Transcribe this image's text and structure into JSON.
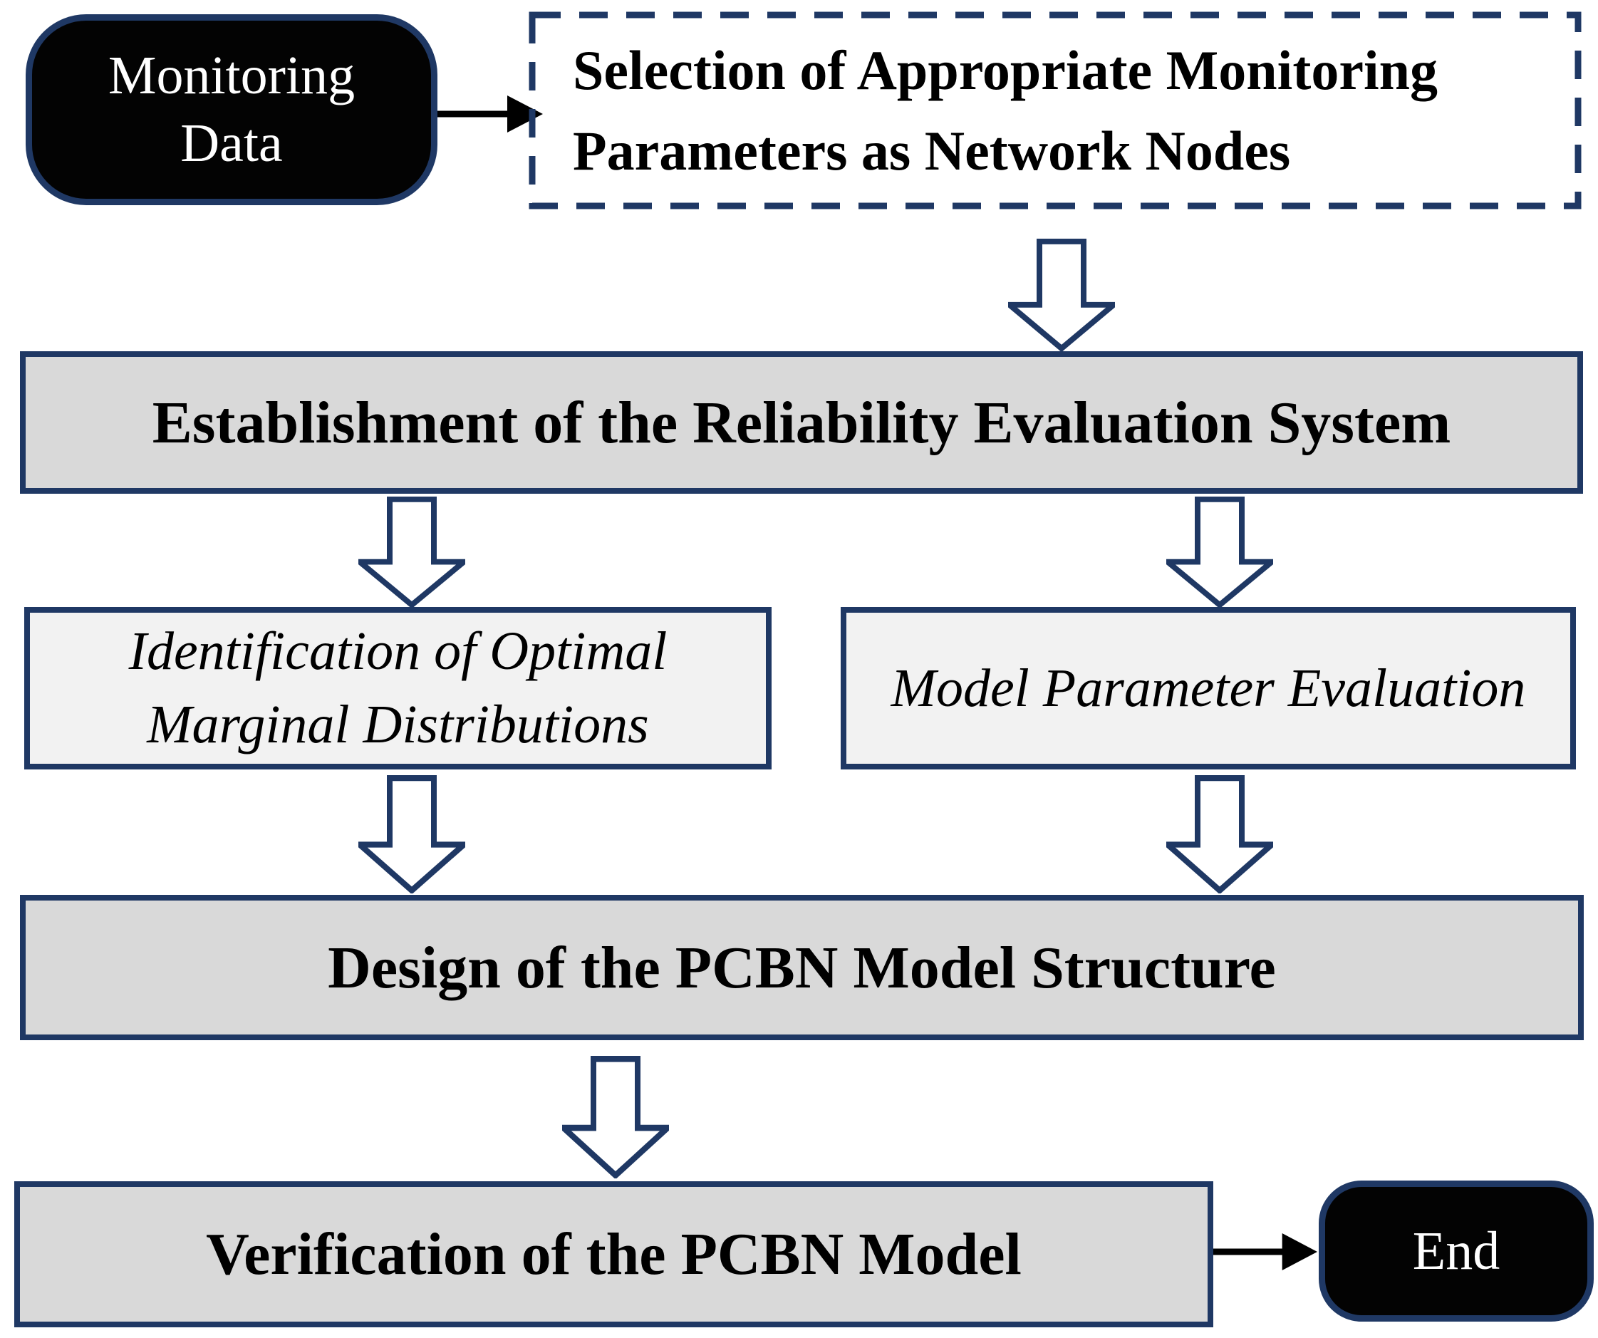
{
  "colors": {
    "navy": "#1f3864",
    "box_gray": "#d9d9d9",
    "box_light": "#f2f2f2",
    "terminal_black": "#030303",
    "arrow_black": "#000000",
    "canvas": "#ffffff"
  },
  "flowchart": {
    "nodes": {
      "monitoring": {
        "label": "Monitoring Data",
        "type": "terminal"
      },
      "selection": {
        "label": "Selection of Appropriate Monitoring Parameters as Network Nodes",
        "type": "dashed-process"
      },
      "establishment": {
        "label": "Establishment of the Reliability Evaluation System",
        "type": "process"
      },
      "identification": {
        "label": "Identification of Optimal Marginal Distributions",
        "type": "subprocess"
      },
      "model_parameter": {
        "label": "Model Parameter Evaluation",
        "type": "subprocess"
      },
      "design": {
        "label": "Design of the PCBN Model Structure",
        "type": "process"
      },
      "verification": {
        "label": "Verification of the PCBN Model",
        "type": "process"
      },
      "end": {
        "label": "End",
        "type": "terminal"
      }
    },
    "edges": [
      {
        "from": "monitoring",
        "to": "selection",
        "style": "thin-black-arrow"
      },
      {
        "from": "selection",
        "to": "establishment",
        "style": "outlined-block-arrow"
      },
      {
        "from": "establishment",
        "to": "identification",
        "style": "outlined-block-arrow"
      },
      {
        "from": "establishment",
        "to": "model_parameter",
        "style": "outlined-block-arrow"
      },
      {
        "from": "identification",
        "to": "design",
        "style": "outlined-block-arrow"
      },
      {
        "from": "model_parameter",
        "to": "design",
        "style": "outlined-block-arrow"
      },
      {
        "from": "design",
        "to": "verification",
        "style": "outlined-block-arrow"
      },
      {
        "from": "verification",
        "to": "end",
        "style": "thin-black-arrow"
      }
    ]
  }
}
